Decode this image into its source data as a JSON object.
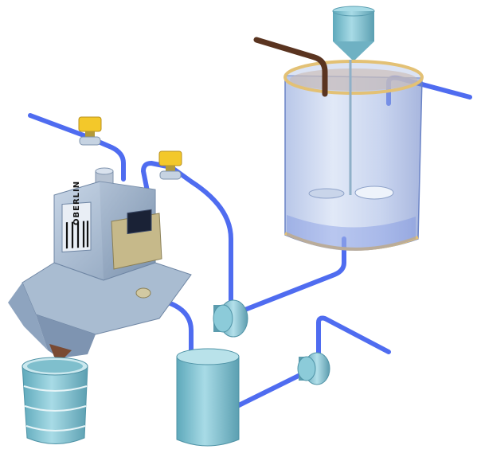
{
  "diagram": {
    "brand_label": "OBERLIN",
    "colors": {
      "pipe_blue": "#4f6cf0",
      "vessel_teal": "#86c8d6",
      "tank_glass": "#a9bfe6",
      "tank_rim": "#e8c878",
      "machine_grey": "#9fb2c8",
      "valve_yellow": "#f3c82a",
      "inlet_brown": "#5a3420"
    },
    "components": [
      "mixing-tank",
      "feed-hopper",
      "filter-unit",
      "collection-bin",
      "pump-left",
      "pump-right",
      "holding-vessel",
      "valve-top",
      "valve-middle"
    ]
  }
}
